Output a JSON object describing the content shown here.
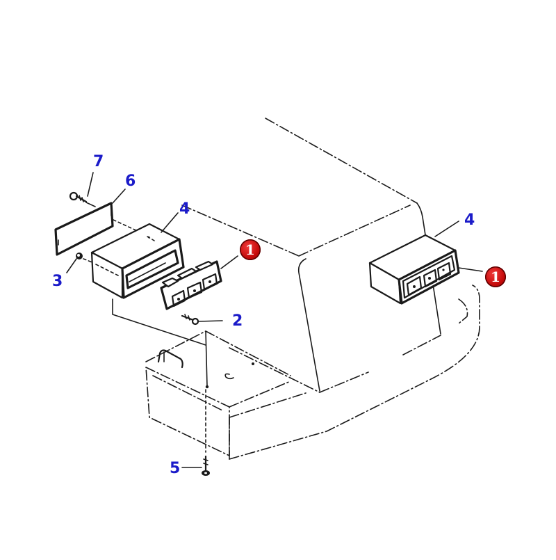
{
  "diagram": {
    "type": "exploded-parts-diagram",
    "subject": "Cab / console switch panel assembly",
    "colors": {
      "line": "#1a1a1a",
      "callout_text": "#1b1bc9",
      "highlight_badge": "#c40a0a",
      "background": "#ffffff"
    },
    "callouts": [
      {
        "id": "c7",
        "label": "7",
        "part": "bolt (plate)",
        "style": "blue"
      },
      {
        "id": "c6",
        "label": "6",
        "part": "cover plate",
        "style": "blue"
      },
      {
        "id": "c4a",
        "label": "4",
        "part": "switch housing (left, exploded)",
        "style": "blue"
      },
      {
        "id": "c4b",
        "label": "4",
        "part": "switch housing (right, installed)",
        "style": "blue"
      },
      {
        "id": "c3",
        "label": "3",
        "part": "nut",
        "style": "blue"
      },
      {
        "id": "c2",
        "label": "2",
        "part": "screw",
        "style": "blue"
      },
      {
        "id": "c5",
        "label": "5",
        "part": "bolt (bottom)",
        "style": "blue"
      },
      {
        "id": "c1a",
        "label": "1",
        "part": "switch assembly (exploded)",
        "style": "red-badge"
      },
      {
        "id": "c1b",
        "label": "1",
        "part": "switch assembly (installed)",
        "style": "red-badge"
      }
    ]
  }
}
